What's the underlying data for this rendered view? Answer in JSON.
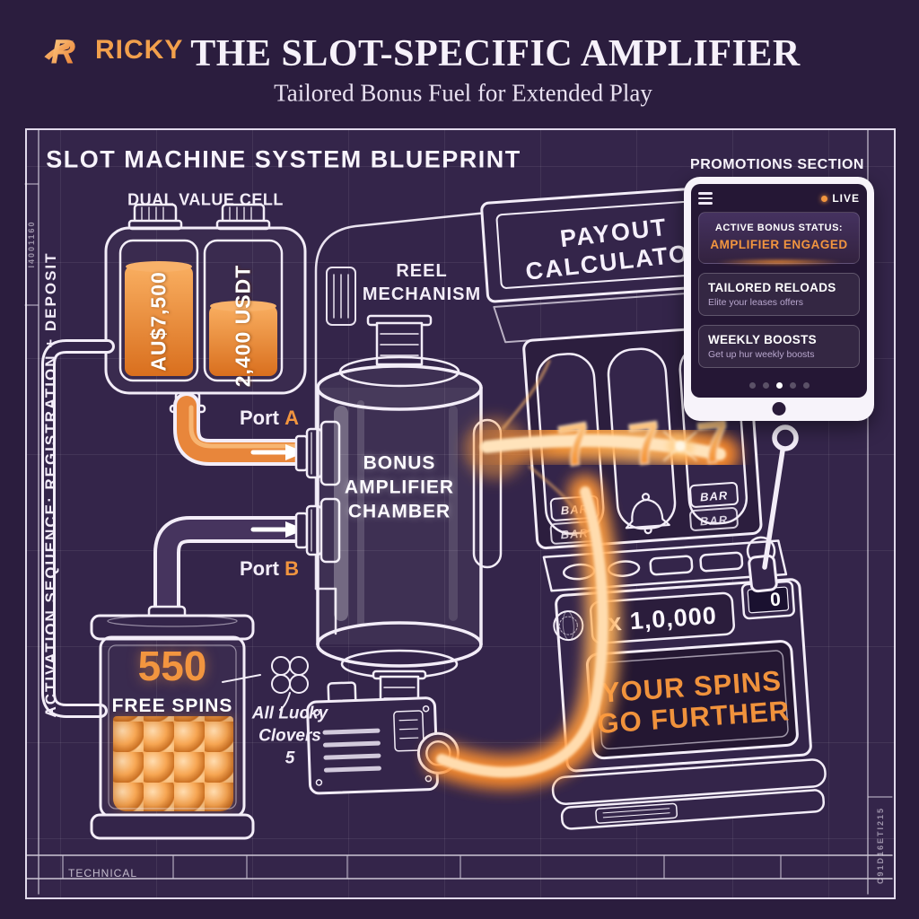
{
  "header": {
    "brand": "RICKY",
    "title": "THE SLOT-SPECIFIC AMPLIFIER",
    "subtitle": "Tailored Bonus Fuel for Extended Play"
  },
  "blueprint": {
    "title": "SLOT MACHINE SYSTEM BLUEPRINT",
    "activation_label": "ACTIVATION SEQUENCE: REGISTRATION + DEPOSIT",
    "serial_left": "I4001160",
    "serial_right": "C91D16ETI215",
    "technical": "TECHNICAL",
    "dual_value_cell": {
      "label": "DUAL VALUE CELL",
      "cell_a_value": "AU$7,500",
      "cell_b_value": "2,400 USDT"
    },
    "port_a": {
      "word": "Port",
      "letter": "A"
    },
    "port_b": {
      "word": "Port",
      "letter": "B"
    },
    "chamber": {
      "line1": "BONUS",
      "line2": "AMPLIFIER",
      "line3": "CHAMBER"
    },
    "reel_mechanism": {
      "line1": "REEL",
      "line2": "MECHANISM"
    },
    "payout_calculator": {
      "line1": "PAYOUT",
      "line2": "CALCULATOR"
    },
    "free_spins": {
      "value": "550",
      "label": "FREE SPINS",
      "note1": "All Lucky",
      "note2": "Clovers",
      "note3": "5"
    },
    "slot_machine": {
      "reel_symbols": [
        "7",
        "7",
        "7"
      ],
      "bar_labels": [
        "BAR",
        "BAR",
        "BAR",
        "BAR"
      ],
      "multiplier": "x 1,0,000",
      "counter": "0",
      "screen_line1": "YOUR SPINS",
      "screen_line2": "GO FURTHER"
    }
  },
  "promotions": {
    "title": "PROMOTIONS SECTION",
    "live": "LIVE",
    "status": {
      "heading": "ACTIVE BONUS STATUS:",
      "value": "AMPLIFIER ENGAGED"
    },
    "cards": [
      {
        "title": "TAILORED RELOADS",
        "subtitle": "Elite your leases offers"
      },
      {
        "title": "WEEKLY BOOSTS",
        "subtitle": "Get up hur weekly boosts"
      }
    ]
  },
  "colors": {
    "accent": "#F2953F",
    "deep_orange": "#E8863B",
    "background": "#2B1D3E",
    "panel": "#34254A",
    "line": "#F3EDF8"
  }
}
